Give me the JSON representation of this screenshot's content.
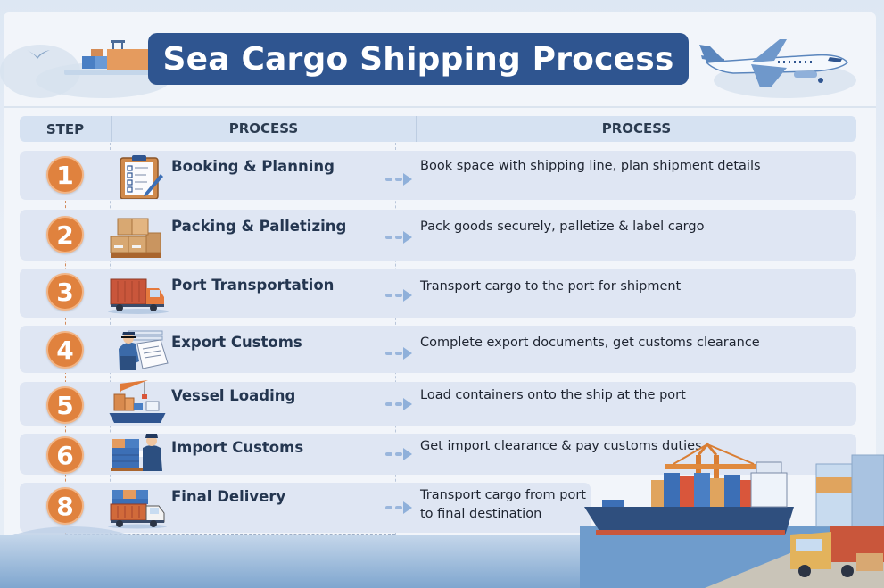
{
  "header": {
    "title": "Sea Cargo Shipping Process"
  },
  "table": {
    "columns": [
      "STEP",
      "PROCESS",
      "PROCESS"
    ],
    "rows": [
      {
        "step": "1",
        "process": "Booking & Planning",
        "icon": "clipboard-icon",
        "description": "Book space with shipping line, plan shipment details"
      },
      {
        "step": "2",
        "process": "Packing & Palletizing",
        "icon": "boxes-on-pallet-icon",
        "description": "Pack goods securely, palletize & label cargo"
      },
      {
        "step": "3",
        "process": "Port Transportation",
        "icon": "truck-icon",
        "description": "Transport cargo to the port for shipment"
      },
      {
        "step": "4",
        "process": "Export Customs",
        "icon": "customs-officer-documents-icon",
        "description": "Complete export documents, get customs clearance"
      },
      {
        "step": "5",
        "process": "Vessel Loading",
        "icon": "crane-ship-icon",
        "description": "Load containers onto the ship at the port"
      },
      {
        "step": "6",
        "process": "Import Customs",
        "icon": "customs-officer-containers-icon",
        "description": "Get import clearance & pay customs duties"
      },
      {
        "step": "8",
        "process": "Final Delivery",
        "icon": "container-truck-icon",
        "description": "Transport cargo from port\nto final destination"
      }
    ]
  },
  "colors": {
    "title_bg": "#2f5590",
    "badge": "#e0823e",
    "row_bg": "#dfe6f3",
    "header_bg": "#d6e2f2",
    "arrow": "#8fb0da"
  }
}
